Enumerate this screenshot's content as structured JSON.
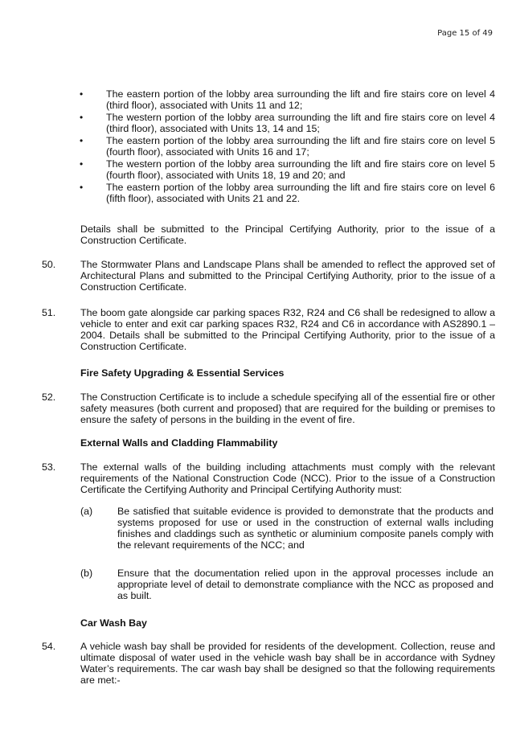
{
  "page_number": "Page 15 of 49",
  "bullets": [
    "The eastern portion of the lobby area surrounding the lift and fire stairs core on level 4 (third floor), associated with Units 11 and 12;",
    "The western portion of the lobby area surrounding the lift and fire stairs core on level 4 (third floor), associated with Units 13, 14 and 15;",
    "The eastern portion of the lobby area surrounding the lift and fire stairs core on level 5 (fourth floor), associated with Units 16 and 17;",
    "The western portion of the lobby area surrounding the lift and fire stairs core on level 5 (fourth floor), associated with Units 18, 19 and 20; and",
    "The eastern portion of the lobby area surrounding the lift and fire stairs core on level 6 (fifth floor), associated with Units 21 and 22."
  ],
  "details_para": "Details shall be submitted to the Principal Certifying Authority, prior to the issue of a Construction Certificate.",
  "items": {
    "c50": {
      "num": "50.",
      "text": "The Stormwater Plans and Landscape Plans shall be amended to reflect the approved set of Architectural Plans and submitted to the Principal Certifying Authority, prior to the issue of a Construction Certificate."
    },
    "c51": {
      "num": "51.",
      "text": "The boom gate alongside car parking spaces R32, R24 and C6 shall be redesigned to allow a vehicle to enter and exit car parking spaces R32, R24 and C6 in accordance with AS2890.1 – 2004. Details shall be submitted to the Principal Certifying Authority, prior to the issue of a Construction Certificate."
    },
    "c52": {
      "num": "52.",
      "text": "The Construction Certificate is to include a schedule specifying all of the essential fire or other safety measures (both current and proposed) that are required for the building or premises to ensure the safety of persons in the building in the event of fire."
    },
    "c53": {
      "num": "53.",
      "text": "The external walls of the building including attachments must comply with the relevant requirements of the National Construction Code (NCC). Prior to the issue of a Construction Certificate the Certifying Authority and Principal Certifying Authority must:"
    },
    "c54": {
      "num": "54.",
      "text": "A vehicle wash bay shall be provided for residents of the development. Collection, reuse and ultimate disposal of water used in the vehicle wash bay shall be in accordance with Sydney Water’s requirements. The car wash bay shall be designed so that the following requirements are met:-"
    }
  },
  "headings": {
    "fire": "Fire Safety Upgrading & Essential Services",
    "walls": "External Walls and Cladding Flammability",
    "carwash": "Car Wash Bay"
  },
  "subitems": {
    "a": {
      "label": "(a)",
      "text": "Be satisfied that suitable evidence is provided to demonstrate that the products and systems proposed for use or used in the construction of external walls including finishes and claddings such as synthetic or aluminium composite panels comply with the relevant requirements of the NCC; and"
    },
    "b": {
      "label": "(b)",
      "text": "Ensure that the documentation relied upon in the approval processes include an appropriate level of detail to demonstrate compliance with the NCC as proposed and as built."
    }
  }
}
